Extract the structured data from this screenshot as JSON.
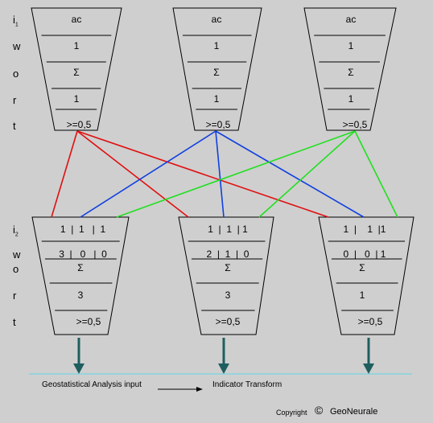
{
  "row_labels_top": [
    "i",
    "w",
    "o",
    "r",
    "t"
  ],
  "row_labels_bottom": [
    "i",
    "w",
    "o",
    "r",
    "t"
  ],
  "input_subscripts": {
    "top": "1",
    "bottom": "2"
  },
  "layer1_units": [
    {
      "rows": [
        "ac",
        "1",
        "Σ",
        "1",
        ">=0,5"
      ]
    },
    {
      "rows": [
        "ac",
        "1",
        "Σ",
        "1",
        ">=0,5"
      ]
    },
    {
      "rows": [
        "ac",
        "1",
        "Σ",
        "1",
        ">=0,5"
      ]
    }
  ],
  "layer2_units": [
    {
      "rows": [
        "1  |  1   |  1",
        "3  |   0   |  0",
        "Σ",
        "3",
        ">=0,5"
      ]
    },
    {
      "rows": [
        "1  |  1  | 1",
        "2  |  1  |  0",
        "Σ",
        "3",
        ">=0,5"
      ]
    },
    {
      "rows": [
        "1  |    1  |1",
        "0  |   0  | 1",
        "Σ",
        "1",
        ">=0,5"
      ]
    }
  ],
  "connection_colors": [
    "#e01010",
    "#1040e0",
    "#20e020"
  ],
  "footer": {
    "input_label": "Geostatistical Analysis input",
    "output_label": "Indicator Transform",
    "copyright": "Copyright",
    "copyright_symbol": "©",
    "brand": "GeoNeurale"
  },
  "colors": {
    "background": "#cfcfcf",
    "arrow": "#1f5e5e",
    "baseline": "#5fd7e6"
  }
}
